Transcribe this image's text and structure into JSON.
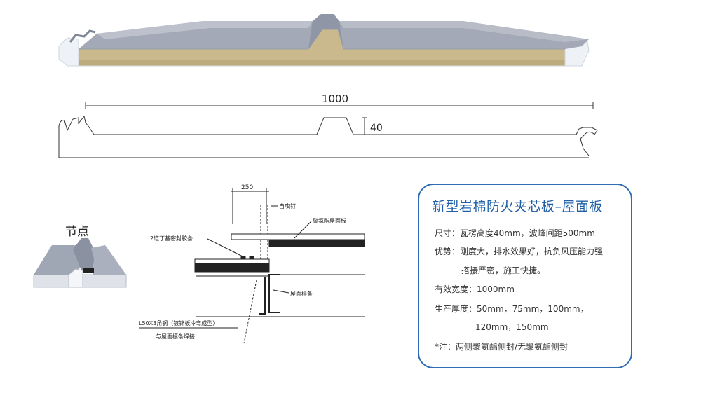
{
  "profile": {
    "width_label": "1000",
    "height_label": "40"
  },
  "node": {
    "title": "节点"
  },
  "detail": {
    "spacing_label": "250",
    "screw_label": "自攻钉",
    "panel_label": "聚氨酯屋面板",
    "sealant_label": "2道丁基密封胶条",
    "purlin_label": "屋面檩条",
    "angle_label": "L50X3角钢（镀锌板冷弯成型）",
    "weld_label": "与屋面檩条焊接"
  },
  "info_card": {
    "title": "新型岩棉防火夹芯板–屋面板",
    "size": "尺寸：瓦楞高度40mm，波峰间距500mm",
    "advantage_1": "优势：刚度大，排水效果好，抗负风压能力强",
    "advantage_2": "搭接严密，施工快捷。",
    "effective_width": "有效宽度：1000mm",
    "thickness_1": "生产厚度：50mm，75mm，100mm，",
    "thickness_2": "120mm，150mm",
    "note": "*注：两侧聚氨酯侧封/无聚氨酯侧封"
  },
  "colors": {
    "steel": "#a3a9b6",
    "steel_dark": "#7f8696",
    "rock_wool": "#c9b98c",
    "seal_white": "#eef1f5",
    "card_border": "#2e6cb5",
    "card_title": "#1f5fa8"
  }
}
